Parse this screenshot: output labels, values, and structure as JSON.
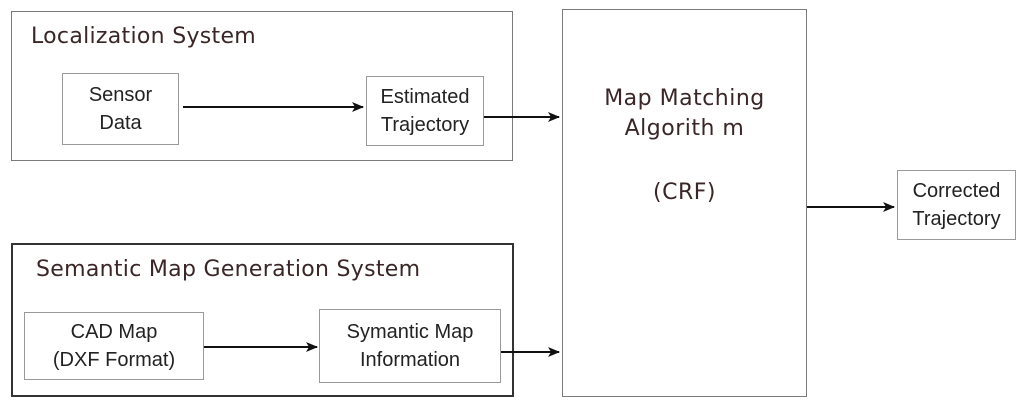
{
  "localization": {
    "title": "Localization System",
    "sensor_line1": "Sensor",
    "sensor_line2": "Data",
    "estimated_line1": "Estimated",
    "estimated_line2": "Trajectory"
  },
  "semantic": {
    "title": "Semantic Map  Generation System",
    "cad_line1": "CAD Map",
    "cad_line2": "(DXF Format)",
    "info_line1": "Symantic Map",
    "info_line2": "Information"
  },
  "matching": {
    "line1": "Map Matching",
    "line2": "Algorith m",
    "line3": "(CRF)"
  },
  "output": {
    "line1": "Corrected",
    "line2": "Trajectory"
  }
}
